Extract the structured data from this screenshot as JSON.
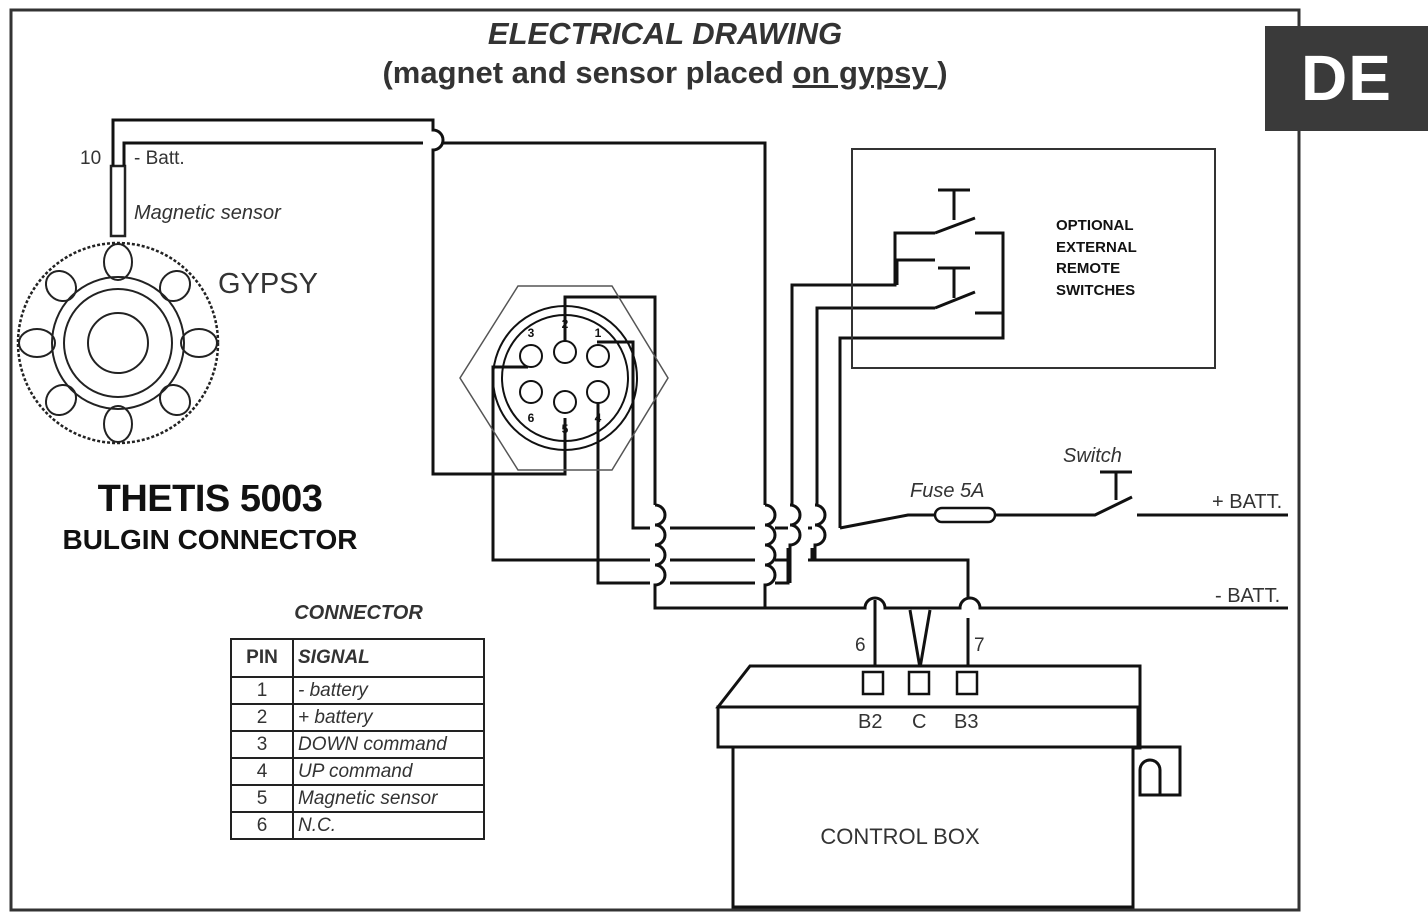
{
  "title": "ELECTRICAL DRAWING",
  "subtitle": {
    "prefix": "(magnet and sensor placed ",
    "underlined": "on  gypsy ",
    "suffix": ")"
  },
  "badge": "DE",
  "sensor": {
    "pin_number": "10",
    "batt_label": "- Batt.",
    "label": "Magnetic sensor"
  },
  "gypsy_label": "GYPSY",
  "product": {
    "name": "THETIS 5003",
    "connector": "BULGIN CONNECTOR"
  },
  "bulgin_pins": [
    "3",
    "2",
    "1",
    "6",
    "5",
    "4"
  ],
  "optional_switches": [
    "OPTIONAL",
    "EXTERNAL",
    "REMOTE",
    "SWITCHES"
  ],
  "switch_label": "Switch",
  "fuse_label": "Fuse  5A",
  "plus_batt": "+ BATT.",
  "minus_batt": "- BATT.",
  "control_box": {
    "label": "CONTROL BOX",
    "wire_numbers": [
      "6",
      "7"
    ],
    "terminals": [
      "B2",
      "C",
      "B3"
    ]
  },
  "connector_table": {
    "caption": "CONNECTOR",
    "headers": [
      "PIN",
      "SIGNAL"
    ],
    "rows": [
      {
        "pin": "1",
        "signal": "- battery"
      },
      {
        "pin": "2",
        "signal": "+ battery"
      },
      {
        "pin": "3",
        "signal": "DOWN command"
      },
      {
        "pin": "4",
        "signal": "UP command"
      },
      {
        "pin": "5",
        "signal": "Magnetic sensor"
      },
      {
        "pin": "6",
        "signal": "N.C."
      }
    ]
  }
}
